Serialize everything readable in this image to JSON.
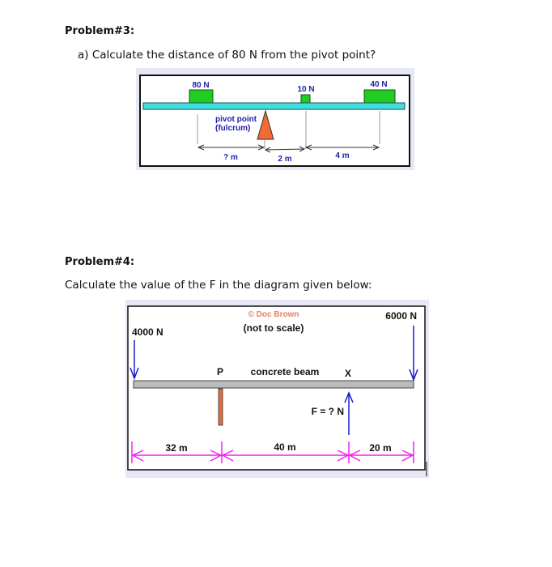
{
  "problem3": {
    "heading": "Problem#3:",
    "question": "a) Calculate the distance of 80 N from the pivot point?",
    "diagram": {
      "weights": [
        {
          "label": "80 N",
          "color": "#22cc22"
        },
        {
          "label": "10 N",
          "color": "#22cc22"
        },
        {
          "label": "40 N",
          "color": "#22cc22"
        }
      ],
      "beam_color": "#44dddd",
      "pivot_label_line1": "pivot point",
      "pivot_label_line2": "(fulcrum)",
      "pivot_color": "#f26b30",
      "distances": [
        "? m",
        "2 m",
        "4 m"
      ],
      "label_color": "#2222aa"
    }
  },
  "problem4": {
    "heading": "Problem#4:",
    "question": "Calculate the value of the F in the diagram given below:",
    "diagram": {
      "copyright": "© Doc Brown",
      "note": "(not to scale)",
      "left_force": "4000 N",
      "right_force": "6000 N",
      "pivot_label": "P",
      "beam_label": "concrete beam",
      "point_label": "X",
      "unknown_force": "F = ? N",
      "distances": [
        "32 m",
        "40 m",
        "20 m"
      ],
      "beam_color": "#bbbbbb",
      "support_color": "#e07040",
      "dimension_color": "#ee22ee",
      "arrow_color": "#1a1acc",
      "copyright_color": "#e88060"
    }
  }
}
